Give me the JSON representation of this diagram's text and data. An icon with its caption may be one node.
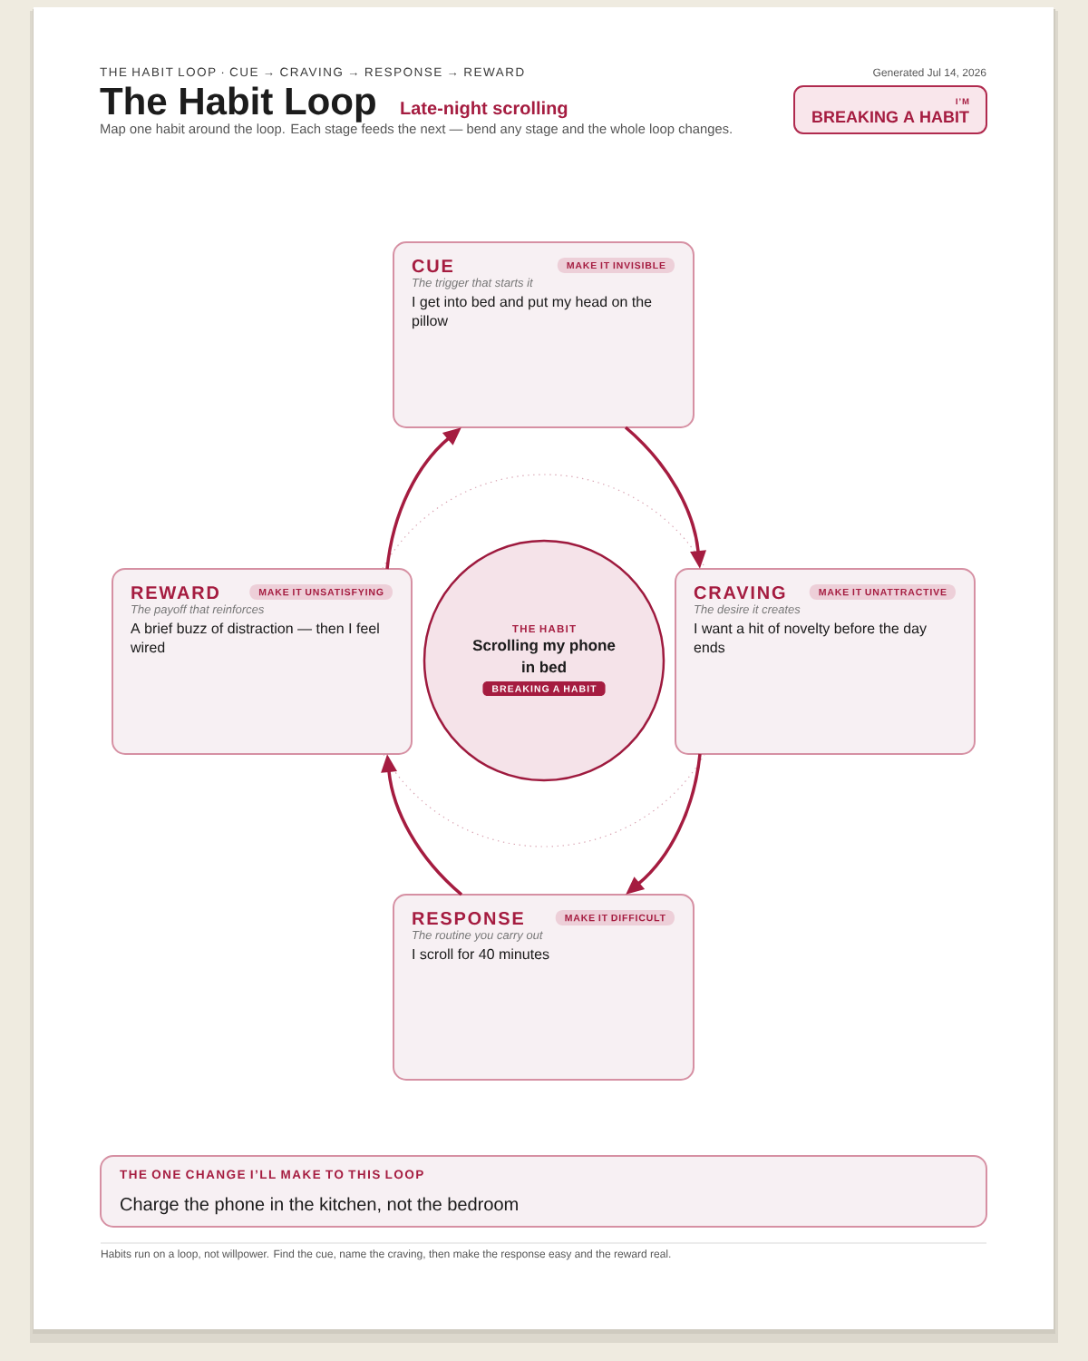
{
  "diagram": {
    "title": "The Habit Loop",
    "nodes": [
      {
        "text": [
          "I’M",
          "BREAKING A HABIT"
        ]
      },
      {
        "text": [
          "CUE",
          "The trigger that starts it",
          "I get into bed and put my head on the pillow"
        ]
      },
      {
        "text": [
          "MAKE IT INVISIBLE"
        ],
        "in": 1
      },
      {
        "text": [
          "REWARD",
          "The payoff that reinforces",
          "A brief buzz of distraction — then I feel wired"
        ]
      },
      {
        "text": [
          "MAKE IT UNSATISFYING"
        ],
        "in": 3
      },
      {
        "text": [
          "THE HABIT",
          "Scrolling my phone in bed"
        ]
      },
      {
        "text": [
          "BREAKING A HABIT"
        ],
        "in": 5
      },
      {
        "text": [
          "CRAVING",
          "The desire it creates",
          "I want a hit of novelty before the day ends"
        ]
      },
      {
        "text": [
          "MAKE IT UNATTRACTIVE"
        ],
        "in": 7
      },
      {
        "text": [
          "RESPONSE",
          "The routine you carry out",
          "I scroll for 40 minutes"
        ]
      },
      {
        "text": [
          "MAKE IT DIFFICULT"
        ],
        "in": 9
      },
      {
        "text": [
          "THE ONE CHANGE I’LL MAKE TO THIS LOOP",
          "Charge the phone in the kitchen, not the bedroom"
        ]
      }
    ],
    "edges": [
      {
        "from": 1,
        "to": 7,
        "arrow": "to"
      },
      {
        "from": 7,
        "to": 9,
        "arrow": "to"
      },
      {
        "from": 9,
        "to": 3,
        "arrow": "to"
      },
      {
        "from": 3,
        "to": 1,
        "arrow": "to"
      }
    ],
    "labels": [
      "THE HABIT LOOP · CUE → CRAVING → RESPONSE → REWARD",
      "Late-night scrolling",
      "Map one habit around the loop. Each stage feeds the next — bend any stage and the whole loop changes.",
      "Generated Jul 14, 2026",
      "Habits run on a loop, not willpower. Find the cue, name the craving, then make the response easy and the reward real."
    ]
  }
}
